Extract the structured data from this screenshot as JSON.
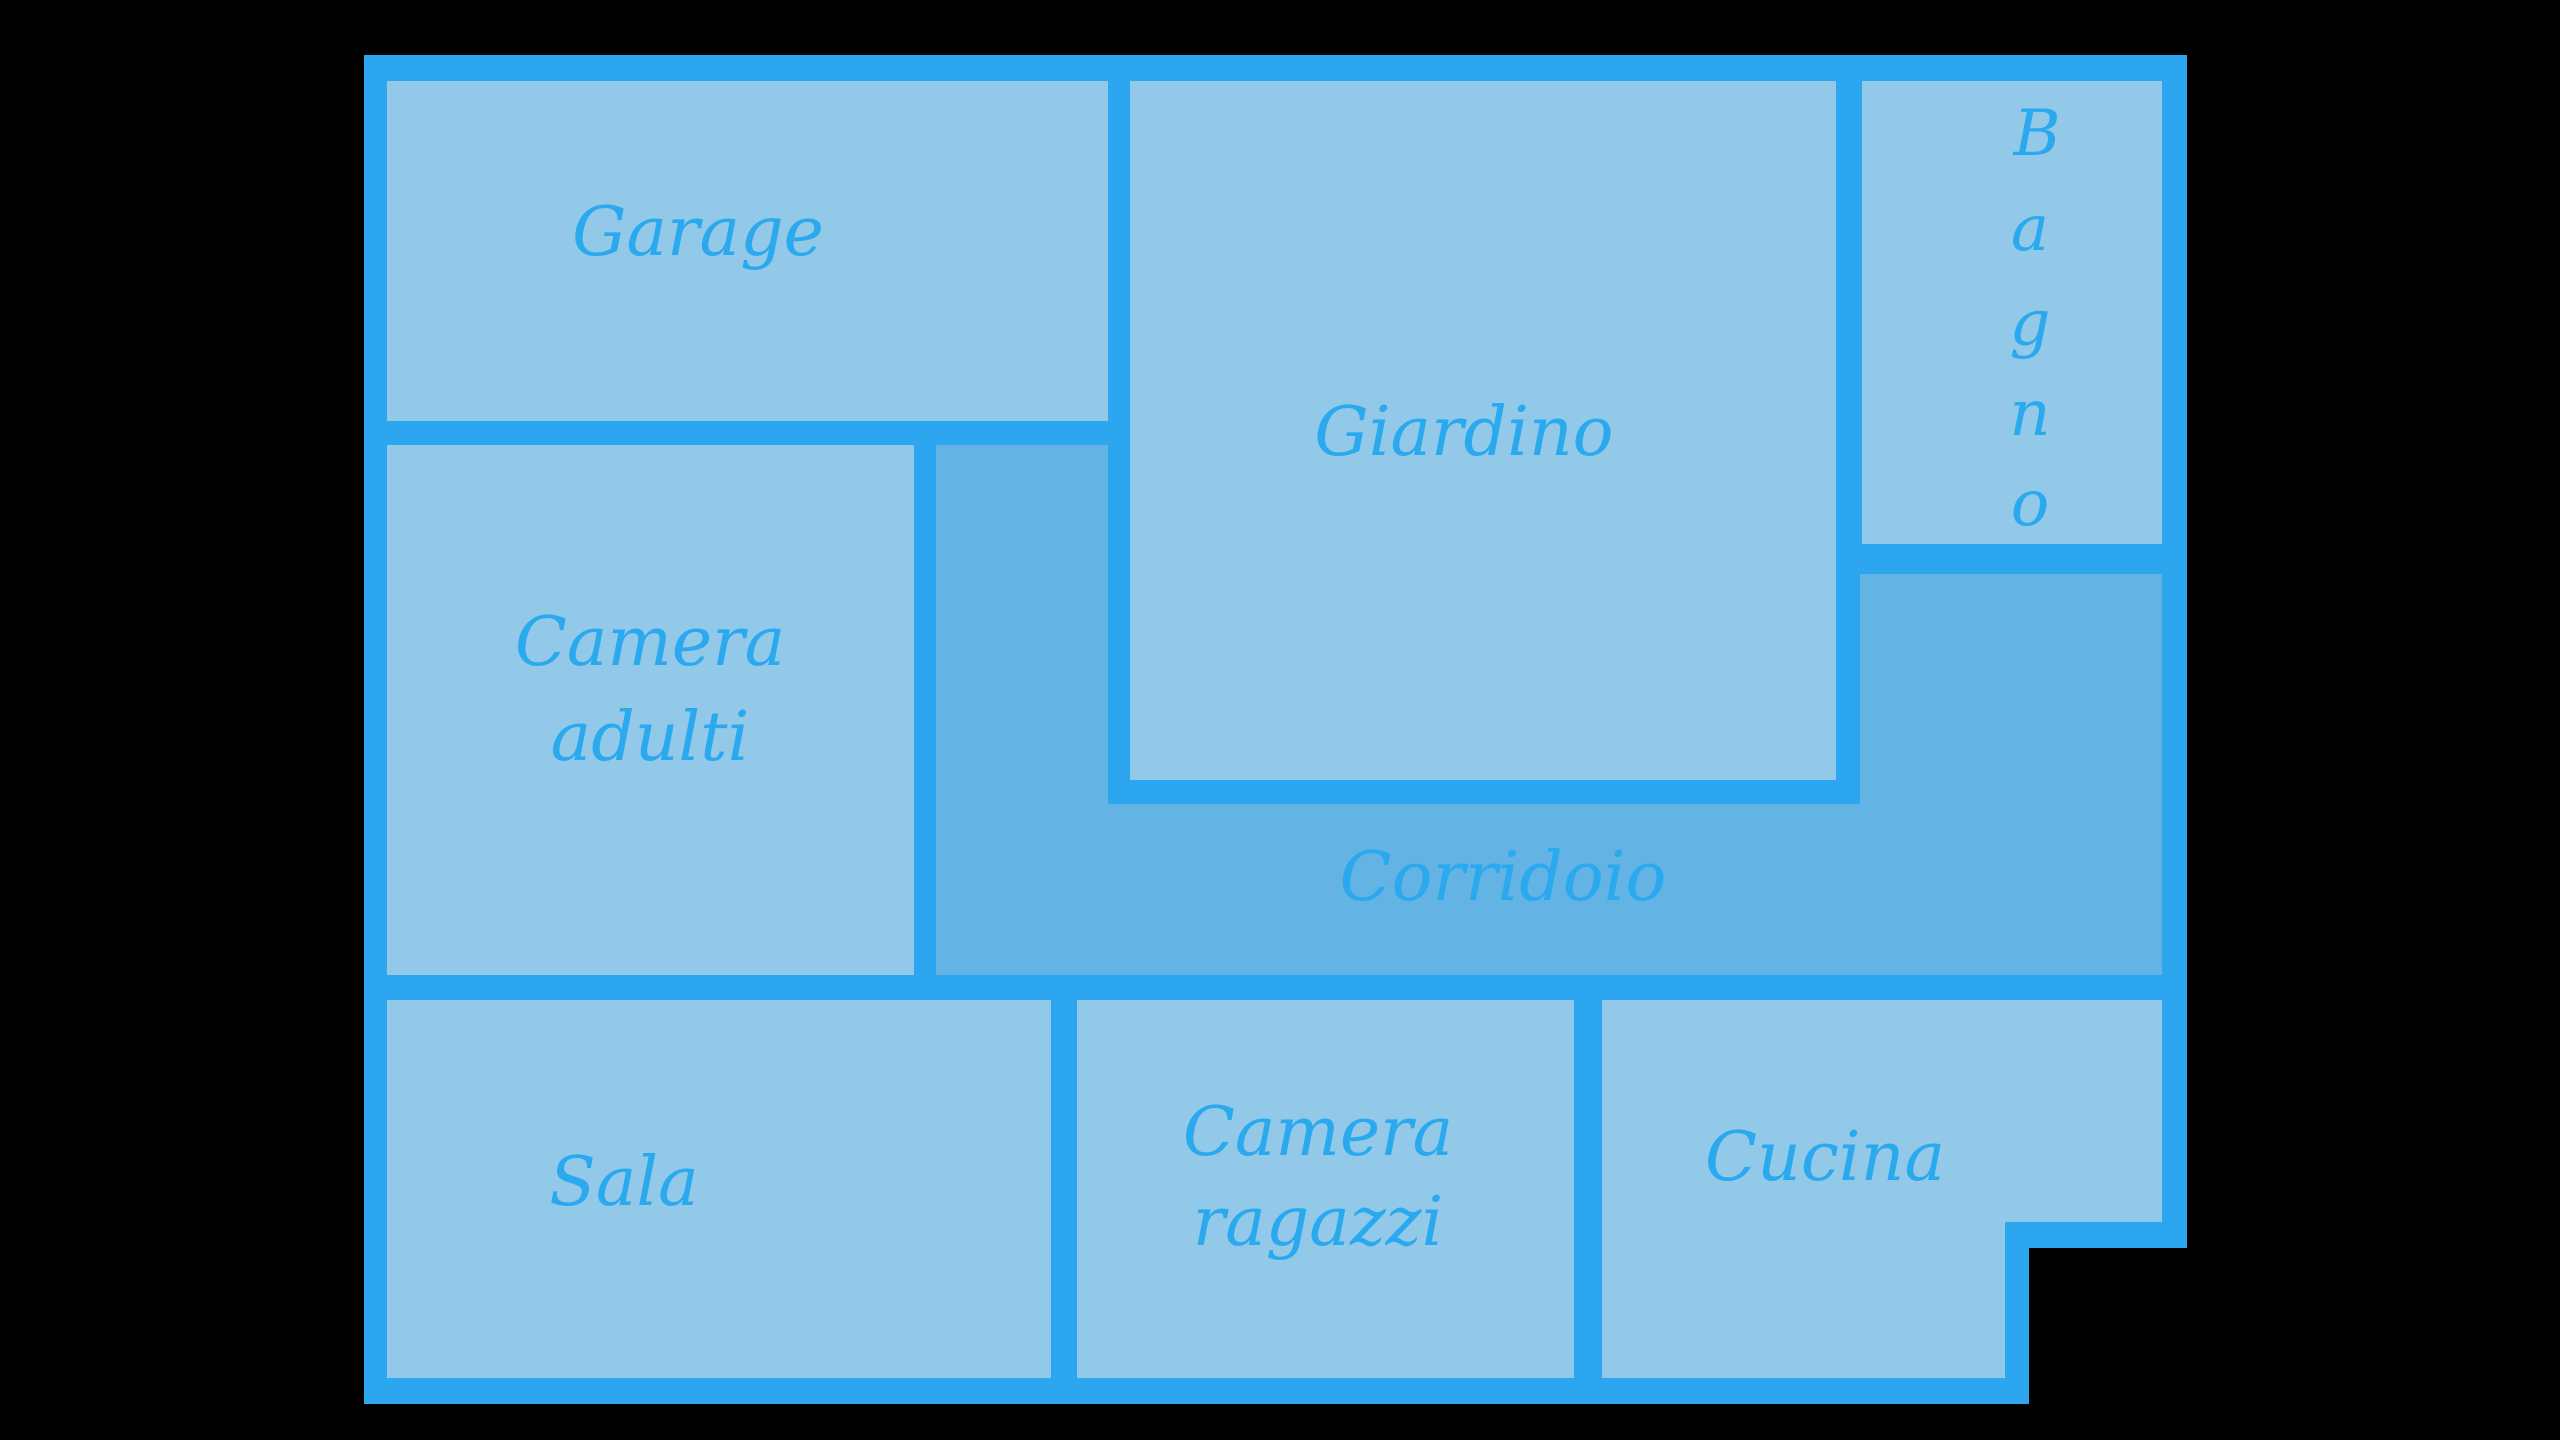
{
  "colors": {
    "background": "#000000",
    "walls": "#2CA7EF",
    "room_fill": "#92C8E8",
    "corridor_fill": "#63B3E4",
    "label": "#2AA9EE"
  },
  "rooms": {
    "garage": "Garage",
    "giardino": "Giardino",
    "bagno": [
      "B",
      "a",
      "g",
      "n",
      "o"
    ],
    "camera_adulti": [
      "Camera",
      "adulti"
    ],
    "corridoio": "Corridoio",
    "sala": "Sala",
    "camera_ragazzi": [
      "Camera",
      "ragazzi"
    ],
    "cucina": "Cucina"
  }
}
